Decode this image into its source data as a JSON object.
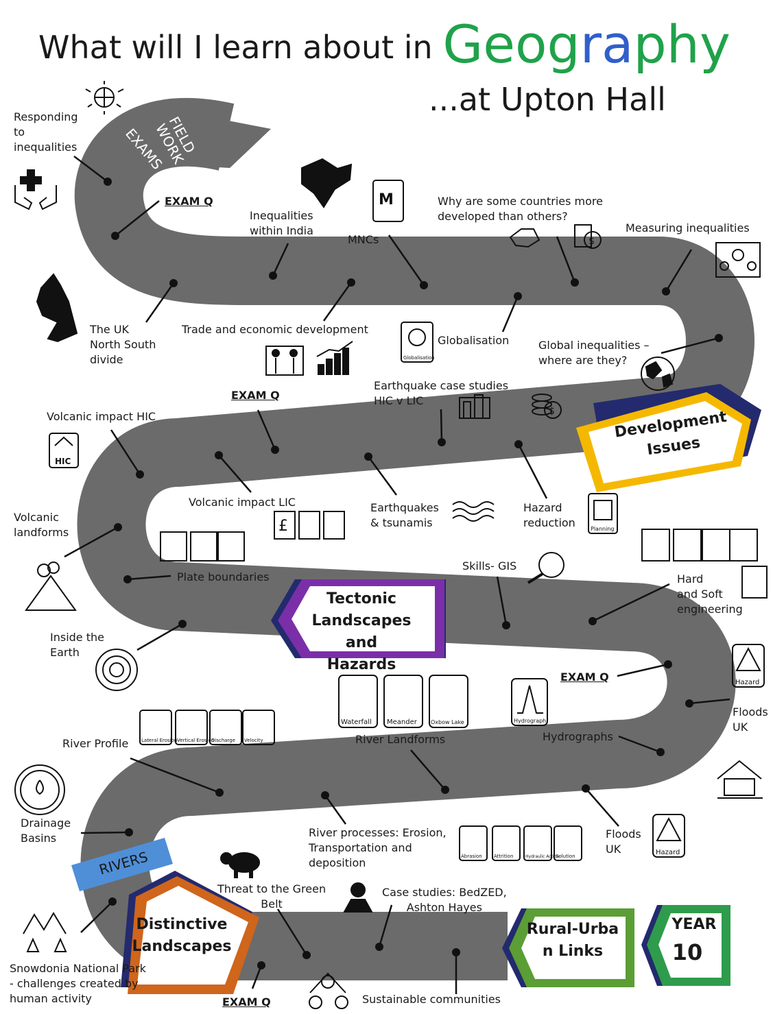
{
  "header": {
    "title_prefix": "What will I learn about in ",
    "title_word_a": "Geog",
    "title_word_b": "ra",
    "title_word_c": "phy",
    "subtitle": "...at Upton Hall"
  },
  "road_text": {
    "field_work": "FIELD\nWORK",
    "exams": "EXAMS"
  },
  "units": {
    "development": "Development\nIssues",
    "tectonic": "Tectonic\nLandscapes and\nHazards",
    "distinctive": "Distinctive\nLandscapes",
    "rivers": "RIVERS",
    "rural_urban": "Rural-Urba\nn Links",
    "year": "YEAR",
    "year_num": "10"
  },
  "topics": {
    "responding": "Responding\nto\ninequalities",
    "exam_q": "EXAM Q",
    "inequalities_india": "Inequalities\nwithin India",
    "mncs": "MNCs",
    "why_developed": "Why are some countries more\ndeveloped than others?",
    "measuring": "Measuring inequalities",
    "uk_divide": "The UK\nNorth South\ndivide",
    "trade": "Trade and economic development",
    "globalisation": "Globalisation",
    "global_ineq": "Global inequalities –\nwhere are they?",
    "eq_case": "Earthquake case studies\nHIC v LIC",
    "volcanic_hic": "Volcanic impact HIC",
    "volcanic_lic": "Volcanic impact LIC",
    "earthquakes": "Earthquakes\n& tsunamis",
    "hazard_reduction": "Hazard\nreduction",
    "volcanic_landforms": "Volcanic\nlandforms",
    "plate_boundaries": "Plate  boundaries",
    "skills_gis": "Skills- GIS",
    "hard_soft": "Hard\nand Soft\nengineering",
    "inside_earth": "Inside the\nEarth",
    "floods_uk_1": "Floods\nUK",
    "river_profile": "River Profile",
    "river_landforms": "River Landforms",
    "hydrographs": "Hydrographs",
    "drainage": "Drainage\nBasins",
    "river_processes": "River processes: Erosion,\nTransportation and\ndeposition",
    "floods_uk_2": "Floods\nUK",
    "green_belt": "Threat to the Green\nBelt",
    "case_bedzed": "Case studies: BedZED,\nAshton Hayes",
    "snowdonia": "Snowdonia National Park\n- challenges created by\nhuman activity",
    "sustainable": "Sustainable communities"
  },
  "icon_labels": {
    "hic": "HIC",
    "pound": "£",
    "dollar": "$",
    "hazard": "Hazard",
    "waterfall": "Waterfall",
    "meander": "Meander",
    "oxbow": "Oxbow Lake",
    "hydrograph": "Hydrograph",
    "lateral": "Lateral Erosion",
    "vertical": "Vertical Erosion",
    "discharge": "Discharge",
    "velocity": "Velocity",
    "abrasion": "Abrasion",
    "attrition": "Attrition",
    "hydraulic": "Hydraulic Action",
    "solution": "Solution",
    "globalisation": "Globalisation",
    "planning": "Planning"
  },
  "colors": {
    "road": "#6b6b6b",
    "geo_green": "#1fa24a",
    "geo_blue": "#2f5fc9",
    "dev_yellow": "#f5b800",
    "navy": "#232a6e",
    "tectonic_purple": "#7a2fa8",
    "distinctive_orange": "#d0651c",
    "rivers_blue": "#4f8fd8",
    "rural_green": "#5a9e35"
  }
}
